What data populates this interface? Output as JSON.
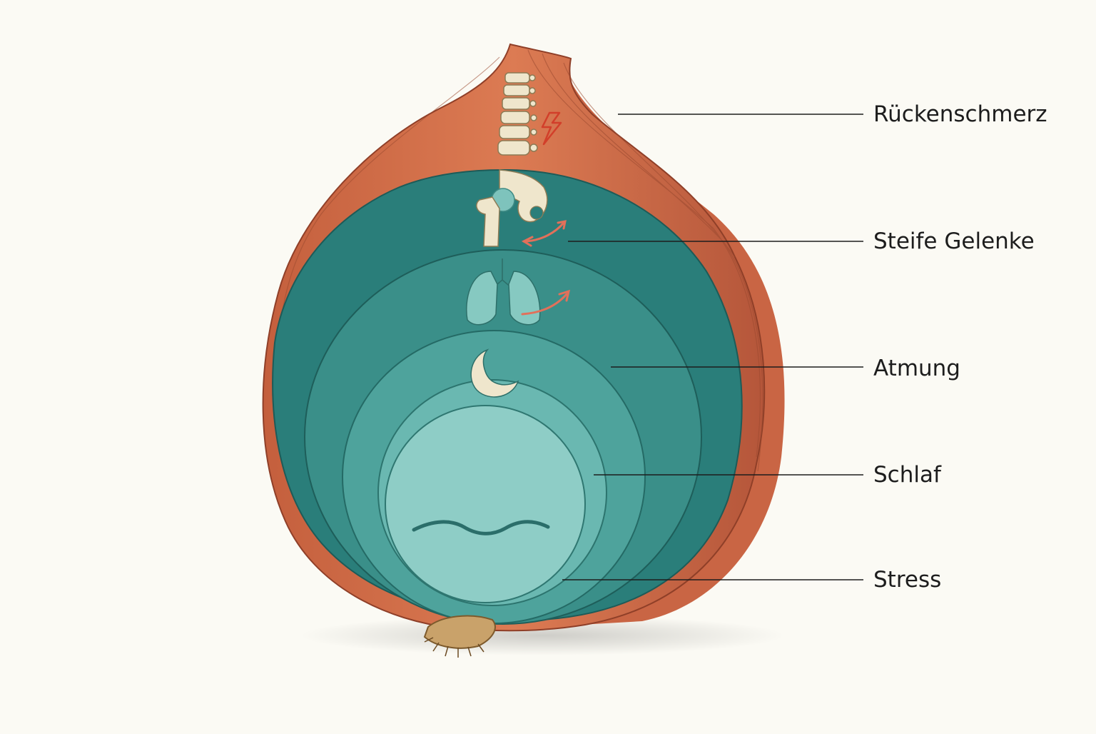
{
  "labels": [
    {
      "text": "Rückenschmerz"
    },
    {
      "text": "Steife Gelenke"
    },
    {
      "text": "Atmung"
    },
    {
      "text": "Schlaf"
    },
    {
      "text": "Stress"
    }
  ],
  "icons": [
    {
      "name": "spine-icon",
      "layer": 0
    },
    {
      "name": "lightning-pain-icon",
      "layer": 0
    },
    {
      "name": "hip-joint-icon",
      "layer": 1
    },
    {
      "name": "motion-arrow-icon",
      "layer": 1
    },
    {
      "name": "lungs-icon",
      "layer": 2
    },
    {
      "name": "breath-arrow-icon",
      "layer": 2
    },
    {
      "name": "crescent-moon-icon",
      "layer": 3
    },
    {
      "name": "wave-icon",
      "layer": 4
    }
  ],
  "colors": {
    "background": "#fbfaf4",
    "onion_skin": "#d7764f",
    "onion_skin_dark": "#b9583a",
    "layer_outer": "#2a7e7a",
    "layer_2": "#3a8f89",
    "layer_3": "#4ea39c",
    "layer_4": "#6ab8b1",
    "layer_core": "#8ecdc6",
    "bone": "#efe6cc",
    "accent_red": "#d55a44",
    "line": "#1d1d1d"
  }
}
